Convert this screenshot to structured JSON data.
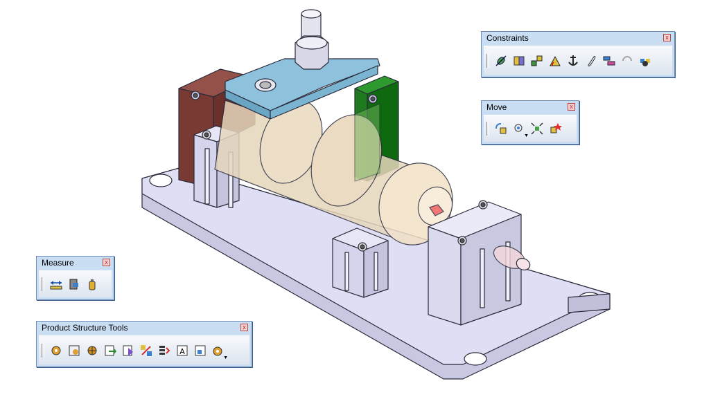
{
  "toolbars": {
    "constraints": {
      "title": "Constraints",
      "close_glyph": "x",
      "icons": [
        "coincidence-constraint-icon",
        "contact-constraint-icon",
        "offset-constraint-icon",
        "angle-constraint-icon",
        "fix-component-icon",
        "fix-together-icon",
        "quick-constraint-icon",
        "flexible-rigid-icon",
        "update-all-icon"
      ]
    },
    "move": {
      "title": "Move",
      "close_glyph": "x",
      "icons": [
        "manipulation-icon",
        "snap-icon",
        "explode-icon",
        "stop-on-clash-icon"
      ]
    },
    "measure": {
      "title": "Measure",
      "close_glyph": "x",
      "icons": [
        "measure-between-icon",
        "measure-item-icon",
        "measure-inertia-icon"
      ]
    },
    "product_structure_tools": {
      "title": "Product Structure Tools",
      "close_glyph": "x",
      "icons": [
        "new-component-icon",
        "new-product-icon",
        "new-part-icon",
        "existing-component-icon",
        "existing-with-positioning-icon",
        "replace-component-icon",
        "graph-tree-reordering-icon",
        "generate-numbering-icon",
        "selective-load-icon",
        "manage-representations-icon"
      ]
    }
  },
  "colors": {
    "toolbar_bg": "#c9ddf3",
    "toolbar_border": "#6f8db4",
    "part_fill": "#dcdcf2",
    "part_stroke": "#2a2a3a",
    "left_block": "#7a3a34",
    "right_block": "#1f7a1f",
    "clamp": "#8ec2dc",
    "cylinder": "#e6d6bc"
  }
}
